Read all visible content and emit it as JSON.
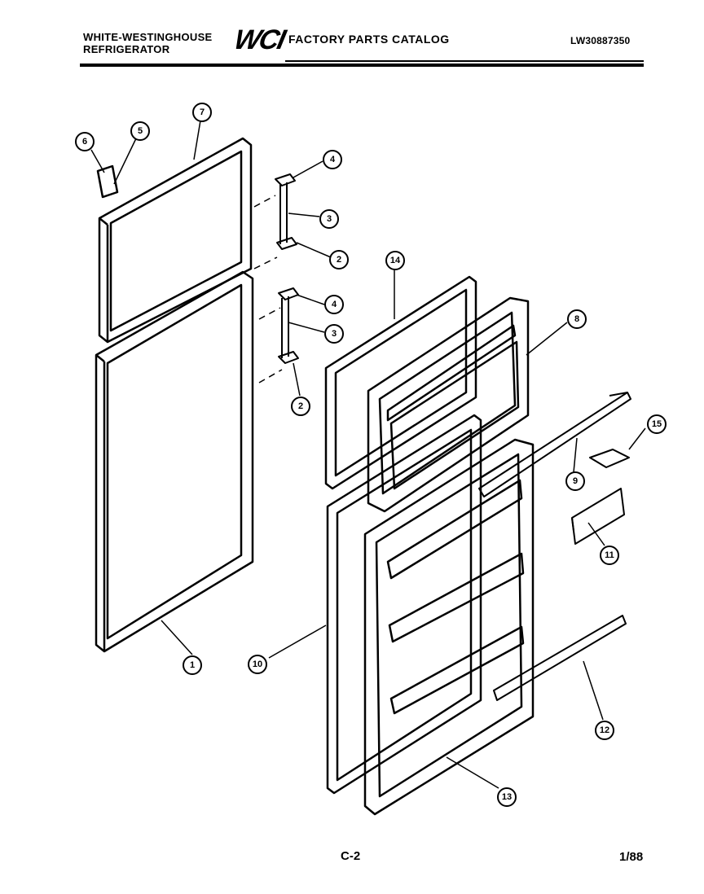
{
  "header": {
    "brand_line1": "WHITE-WESTINGHOUSE",
    "brand_line2": "REFRIGERATOR",
    "logo": "WCI",
    "catalog_title": "FACTORY PARTS CATALOG",
    "model_code": "LW30887350"
  },
  "footer": {
    "page_code": "C-2",
    "date": "1/88"
  },
  "callouts": [
    "1",
    "2",
    "2",
    "3",
    "3",
    "4",
    "4",
    "5",
    "6",
    "7",
    "8",
    "9",
    "10",
    "11",
    "12",
    "13",
    "14",
    "15"
  ]
}
